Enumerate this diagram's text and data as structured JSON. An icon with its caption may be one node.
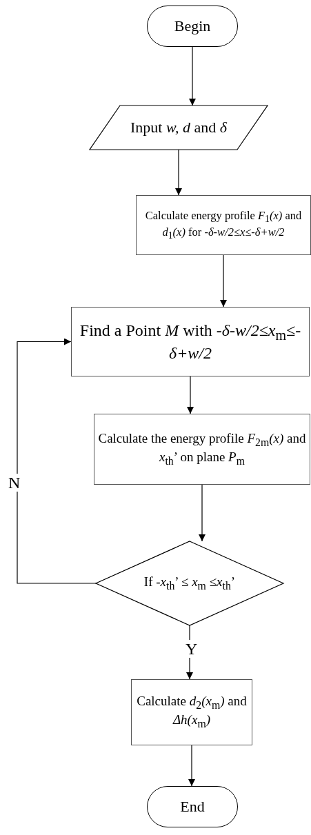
{
  "diagram": {
    "nodes": [
      {
        "text": [
          "Begin"
        ]
      },
      {
        "text": [
          "Input *w, d* and *δ*"
        ]
      },
      {
        "text": [
          "Calculate energy profile *F*$_{1}$*(x)* and *d*$_{1}$*(x)* for *-δ-w/2≤x≤-δ+w/2*"
        ]
      },
      {
        "text": [
          "Find a Point *M* with *-δ-w/2≤x*$_{m}$*≤-δ+w/2*"
        ]
      },
      {
        "text": [
          "Calculate the energy profile *F*$_{2m}$*(x)* and *x*$_{th}$’ on plane *P*$_{m}$"
        ]
      },
      {
        "text": [
          "If -*x*$_{th}$’ ≤ *x*$_{m}$ ≤*x*$_{th}$’"
        ]
      },
      {
        "text": [
          "Calculate *d*$_{2}$*(x*$_{m}$*)* and *Δh(x*$_{m}$*)*"
        ]
      },
      {
        "text": [
          "End"
        ]
      }
    ],
    "edges": [
      {
        "from": 0,
        "to": 1,
        "arrow": "to"
      },
      {
        "from": 1,
        "to": 2,
        "arrow": "to"
      },
      {
        "from": 2,
        "to": 3,
        "arrow": "to"
      },
      {
        "from": 3,
        "to": 4,
        "arrow": "to"
      },
      {
        "from": 4,
        "to": 5,
        "arrow": "to"
      },
      {
        "from": 5,
        "to": 3,
        "arrow": "to",
        "label": "N"
      },
      {
        "from": 5,
        "to": 6,
        "arrow": "to",
        "label": "Y"
      },
      {
        "from": 6,
        "to": 7,
        "arrow": "to"
      }
    ]
  }
}
